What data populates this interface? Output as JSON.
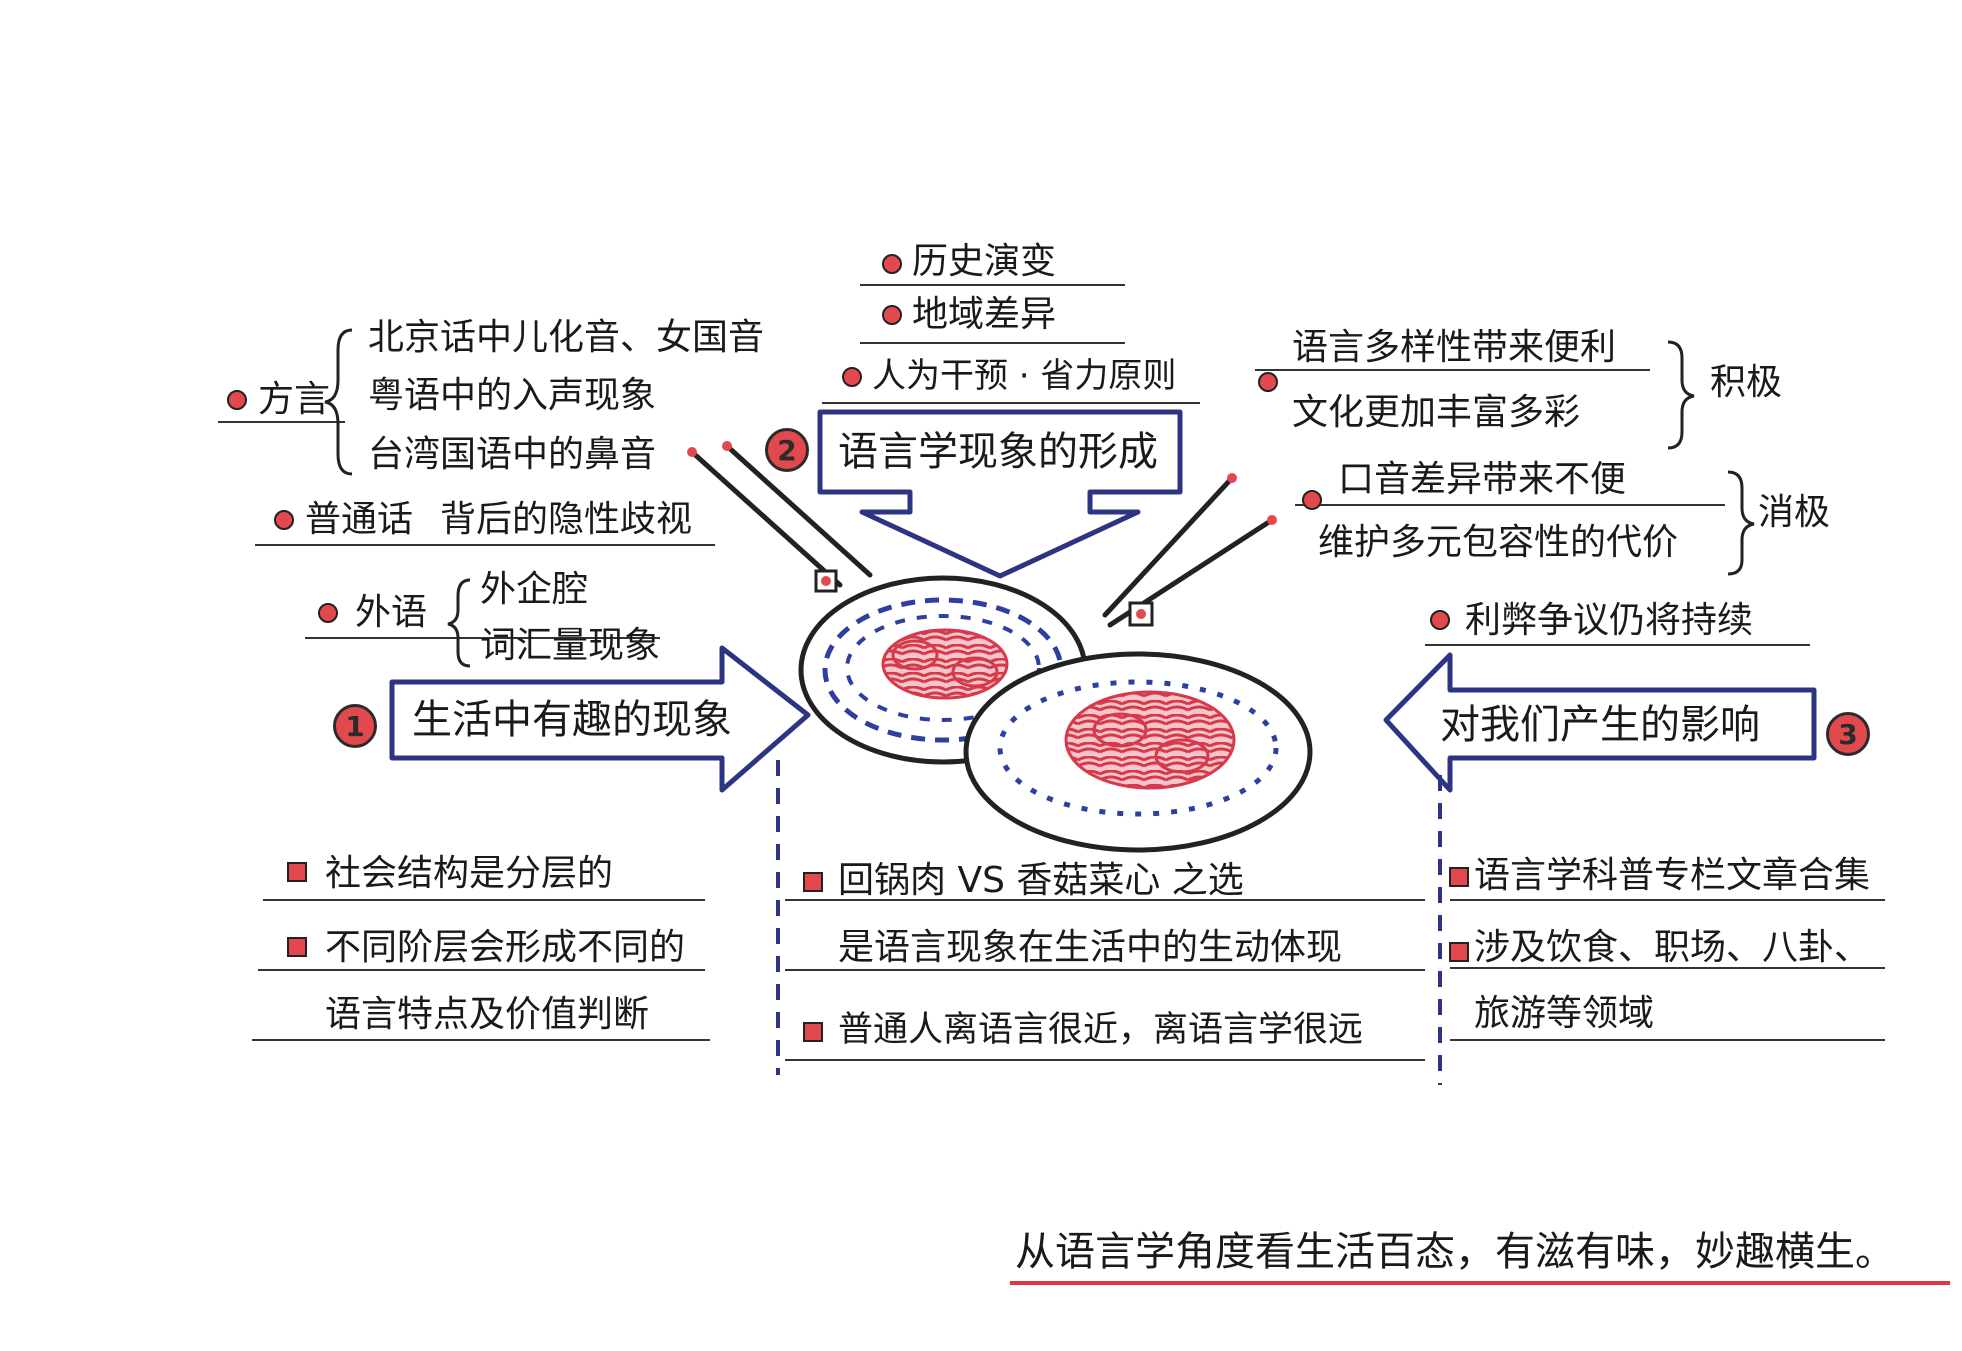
{
  "center": {
    "number": "2",
    "title": "语言学现象的形成",
    "sources": [
      "历史演变",
      "地域差异",
      "人为干预 · 省力原则"
    ]
  },
  "left": {
    "number": "1",
    "title": "生活中有趣的现象",
    "dialect": {
      "label": "方言",
      "items": [
        "北京话中儿化音、女国音",
        "粤语中的入声现象",
        "台湾国语中的鼻音"
      ]
    },
    "mandarin": {
      "label": "普通话",
      "note": "背后的隐性歧视"
    },
    "foreign": {
      "label": "外语",
      "items": [
        "外企腔",
        "词汇量现象"
      ]
    },
    "notes": [
      "社会结构是分层的",
      "不同阶层会形成不同的",
      "语言特点及价值判断"
    ]
  },
  "right": {
    "number": "3",
    "title": "对我们产生的影响",
    "positive": {
      "items": [
        "语言多样性带来便利",
        "文化更加丰富多彩"
      ],
      "label": "积极"
    },
    "negative": {
      "items": [
        "口音差异带来不便",
        "维护多元包容性的代价"
      ],
      "label": "消极"
    },
    "debate": "利弊争议仍将持续",
    "notes": [
      "语言学科普专栏文章合集",
      "涉及饮食、职场、八卦、",
      "旅游等领域"
    ]
  },
  "middle_notes": [
    "回锅肉 VS 香菇菜心 之选",
    "是语言现象在生活中的生动体现",
    "普通人离语言很近，离语言学很远"
  ],
  "footer": "从语言学角度看生活百态，有滋有味，妙趣横生。",
  "colors": {
    "ink": "#1b1b1b",
    "navy": "#2d3483",
    "red": "#e2494f",
    "dish_blue": "#2f3fa0"
  }
}
